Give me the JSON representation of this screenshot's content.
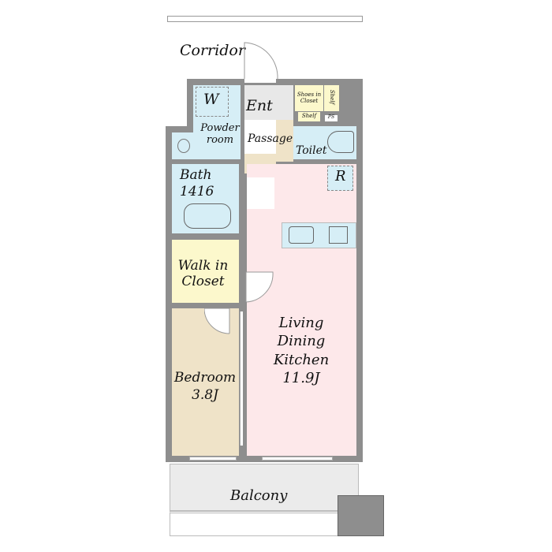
{
  "labels": {
    "corridor": "Corridor",
    "w": "W",
    "ent": "Ent",
    "shoes_closet": "Shoes in Closet",
    "shelf_1": "Shelf",
    "shelf_2": "Shelf",
    "ps": "PS",
    "powder_room": "Powder room",
    "passage": "Passage",
    "toilet": "Toilet",
    "bath": "Bath",
    "bath_size": "1416",
    "refrigerator": "R",
    "walk_in_closet": "Walk in Closet",
    "ldk": "Living Dining Kitchen",
    "ldk_size": "11.9J",
    "bedroom": "Bedroom",
    "bedroom_size": "3.8J",
    "balcony": "Balcony"
  }
}
